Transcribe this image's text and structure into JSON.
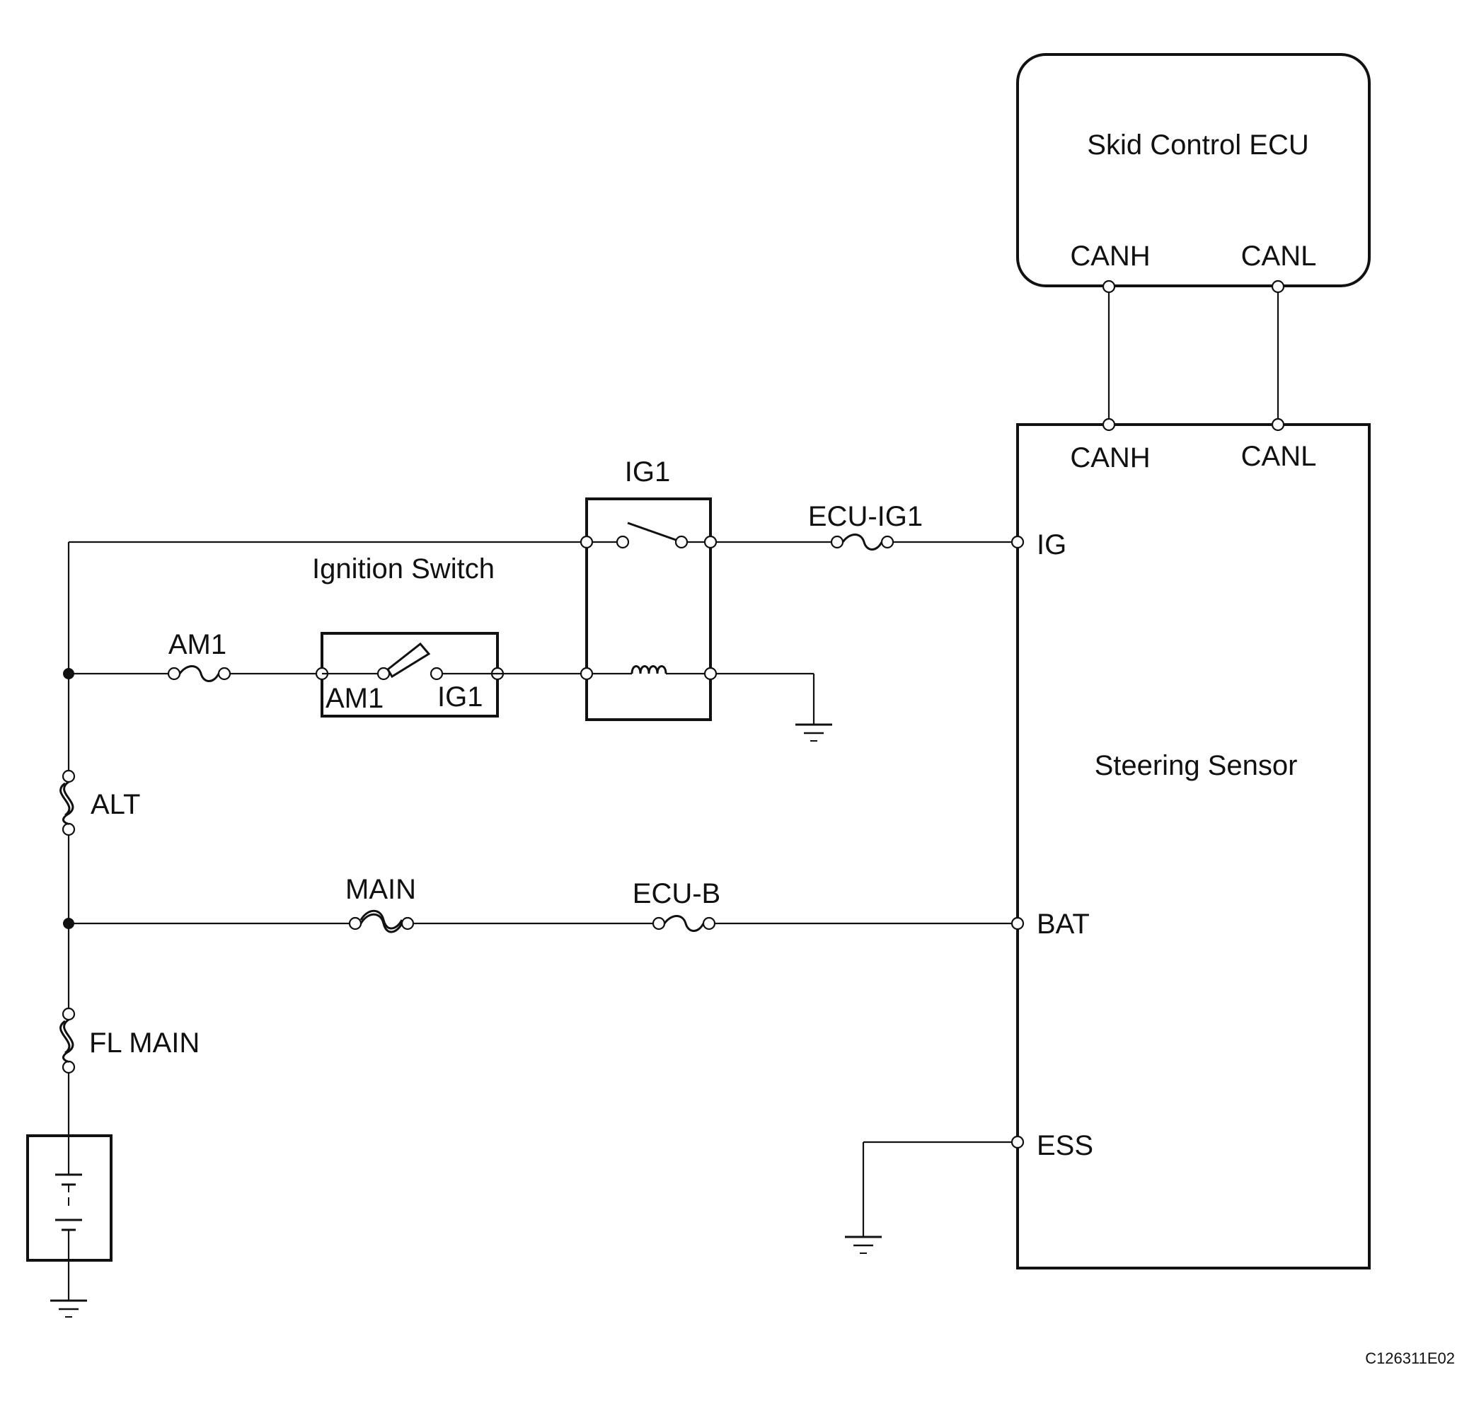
{
  "components": {
    "skid_control_ecu": "Skid Control ECU",
    "steering_sensor": "Steering Sensor",
    "ignition_switch": "Ignition Switch",
    "ig1_relay": "IG1"
  },
  "pins": {
    "ecu_canh": "CANH",
    "ecu_canl": "CANL",
    "sensor_canh": "CANH",
    "sensor_canl": "CANL",
    "sensor_ig": "IG",
    "sensor_bat": "BAT",
    "sensor_ess": "ESS",
    "switch_am1": "AM1",
    "switch_ig1": "IG1"
  },
  "fuses": {
    "ecu_ig1": "ECU-IG1",
    "am1": "AM1",
    "alt": "ALT",
    "main": "MAIN",
    "ecu_b": "ECU-B",
    "fl_main": "FL MAIN"
  },
  "figure_code": "C126311E02",
  "colors": {
    "line": "#111111",
    "background": "#ffffff"
  }
}
